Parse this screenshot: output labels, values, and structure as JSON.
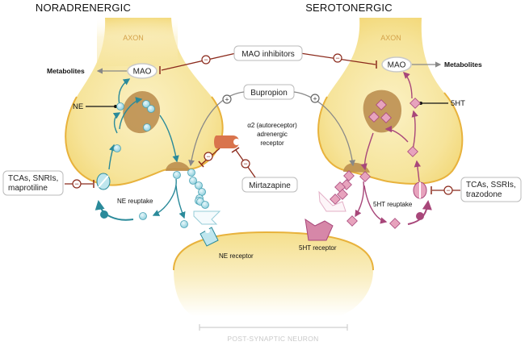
{
  "titles": {
    "left": "NORADRENERGIC",
    "right": "SEROTONERGIC"
  },
  "neurons": {
    "left_axon_label": "AXON",
    "right_axon_label": "AXON",
    "postsynaptic_label": "POST-SYNAPTIC NEURON"
  },
  "enzymes": {
    "left_mao": "MAO",
    "right_mao": "MAO",
    "left_metabolites": "Metabolites",
    "right_metabolites": "Metabolites"
  },
  "neurotransmitters": {
    "ne": "NE",
    "serotonin": "5HT"
  },
  "drugs": {
    "mao_inhibitors": "MAO inhibitors",
    "bupropion": "Bupropion",
    "mirtazapine": "Mirtazapine",
    "left_reuptake_inhibitors": [
      "TCAs, SNRIs,",
      "maprotiline"
    ],
    "right_reuptake_inhibitors": [
      "TCAs, SSRIs,",
      "trazodone"
    ]
  },
  "receptors": {
    "alpha2": [
      "α2 (autoreceptor)",
      "adrenergic",
      "receptor"
    ],
    "ne_receptor": "NE receptor",
    "serotonin_receptor": "5HT receptor"
  },
  "processes": {
    "ne_reuptake": "NE reuptake",
    "serotonin_reuptake": "5HT reuptake"
  },
  "symbols": {
    "inhibit": "−",
    "stimulate": "+"
  },
  "colors": {
    "neuron_fill": "#f7e7a6",
    "neuron_edge": "#e8b23c",
    "vesicle": "#b98a4a",
    "ne_teal": "#2a8a9a",
    "ne_molecule": "#bfe6ee",
    "serotonin_pink": "#a8477a",
    "serotonin_molecule": "#e7a3bd",
    "inhibitor_red": "#8b2a1c",
    "alpha2_orange": "#d9744d",
    "neutral_gray": "#888888"
  }
}
